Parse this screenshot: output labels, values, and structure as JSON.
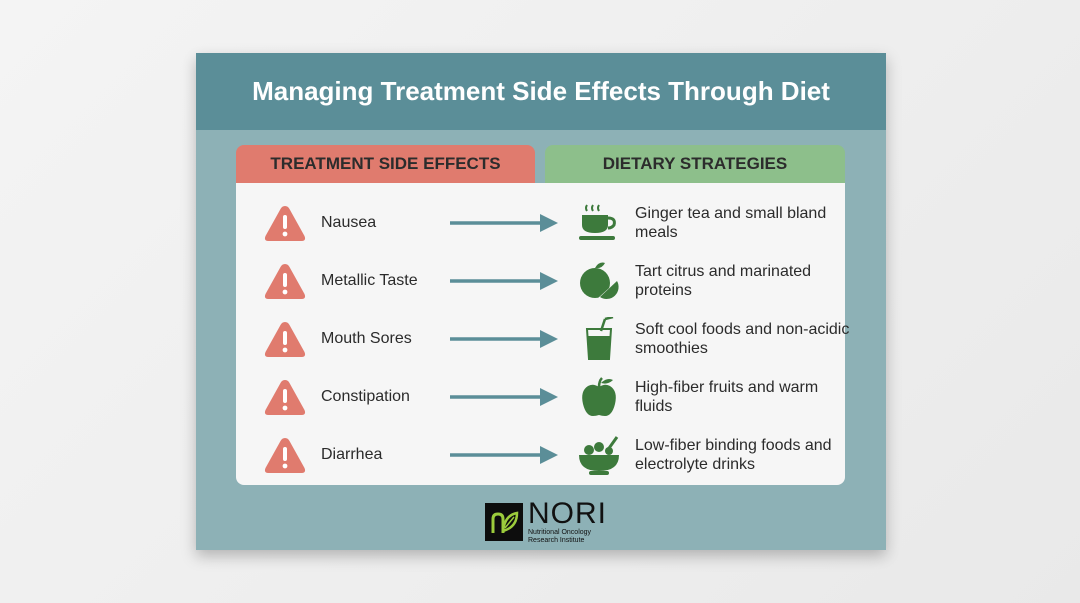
{
  "title": "Managing Treatment Side Effects Through Diet",
  "columns": {
    "left": "TREATMENT SIDE EFFECTS",
    "right": "DIETARY STRATEGIES"
  },
  "colors": {
    "header": "#5b8e98",
    "left_tab": "#e07b6e",
    "right_tab": "#8dbf8b",
    "warning": "#e07b6e",
    "arrow": "#5b8e98",
    "food_icon": "#3d7a3c"
  },
  "rows": [
    {
      "effect": "Nausea",
      "strategy": "Ginger tea and small bland meals",
      "icon": "tea-cup-icon"
    },
    {
      "effect": "Metallic Taste",
      "strategy": "Tart citrus and marinated proteins",
      "icon": "citrus-icon"
    },
    {
      "effect": "Mouth Sores",
      "strategy": "Soft cool foods and non-acidic smoothies",
      "icon": "smoothie-glass-icon"
    },
    {
      "effect": "Constipation",
      "strategy": "High-fiber fruits and warm fluids",
      "icon": "apple-icon"
    },
    {
      "effect": "Diarrhea",
      "strategy": "Low-fiber binding foods and electrolyte drinks",
      "icon": "salad-bowl-icon"
    }
  ],
  "logo": {
    "name": "NORI",
    "subtitle": "Nutritional Oncology Research Institute"
  }
}
